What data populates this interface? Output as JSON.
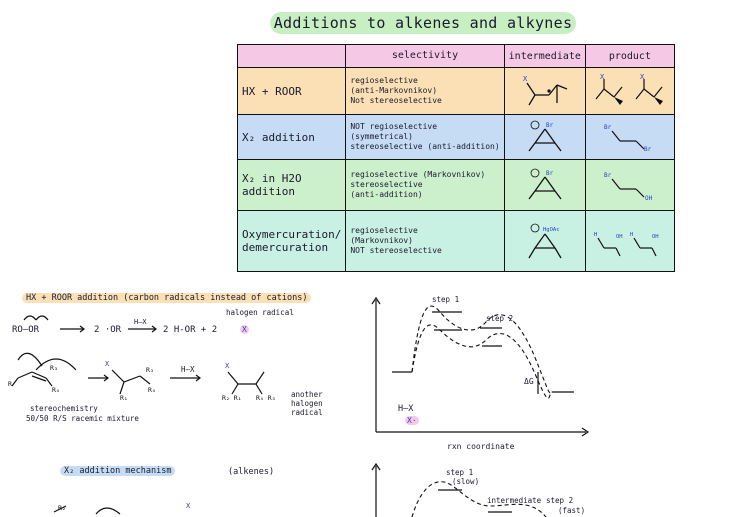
{
  "title": "Additions to alkenes and alkynes",
  "table": {
    "headers": [
      "",
      "selectivity",
      "intermediate",
      "product"
    ],
    "rows": [
      {
        "reaction": "HX + ROOR",
        "selectivity": [
          "regioselective",
          "(anti-Markovnikov)",
          "Not stereoselective"
        ]
      },
      {
        "reaction": "X₂ addition",
        "selectivity": [
          "NOT regioselective",
          "(symmetrical)",
          "stereoselective (anti-addition)"
        ]
      },
      {
        "reaction": "X₂ in H2O addition",
        "selectivity": [
          "regioselective (Markovnikov)",
          "stereoselective",
          "(anti-addition)"
        ]
      },
      {
        "reaction": "Oxymercuration/ demercuration",
        "selectivity": [
          "regioselective",
          "(Markovnikov)",
          "NOT stereoselective"
        ]
      }
    ]
  },
  "section1": {
    "heading": "HX + ROOR addition (carbon radicals instead of cations)",
    "eq_left": "RO—OR",
    "eq_mid": "2 ·OR",
    "eq_hx": "H–X",
    "eq_right": "2 H-OR + 2",
    "x_radical": "X",
    "halogen_radical_label": "halogen radical",
    "stereo_note_1": "stereochemistry",
    "stereo_note_2": "50/50 R/S racemic mixture",
    "another_note": "another halogen radical",
    "hx_arrow": "H–X"
  },
  "energy1": {
    "step1": "step 1",
    "step2": "step 2",
    "dg": "ΔG",
    "xlabel": "rxn coordinate",
    "reactant": "H–X",
    "x_radical": "X·"
  },
  "section2": {
    "heading": "X₂ addition mechanism",
    "note": "(alkenes)"
  },
  "energy2": {
    "step1": "step 1",
    "step1_sub": "(slow)",
    "intermediate": "intermediate",
    "step2": "step 2",
    "step2_sub": "(fast)"
  }
}
